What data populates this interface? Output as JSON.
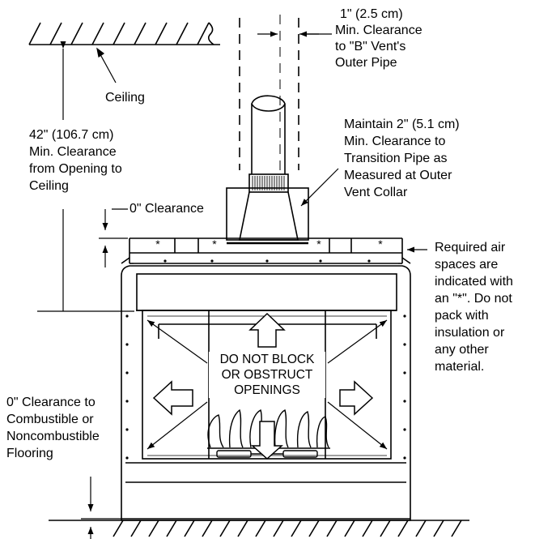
{
  "ceiling_label": "Ceiling",
  "vent_clearance": {
    "lines": [
      "1\" (2.5 cm)",
      "Min. Clearance",
      "to  \"B\" Vent's",
      "Outer Pipe"
    ]
  },
  "ceiling_clearance": {
    "lines": [
      "42\" (106.7 cm)",
      "Min. Clearance",
      "from Opening to",
      "Ceiling"
    ]
  },
  "transition_clearance": {
    "lines": [
      "Maintain 2\" (5.1 cm)",
      "Min. Clearance to",
      "Transition Pipe as",
      "Measured at Outer",
      "Vent Collar"
    ]
  },
  "top_clearance_label": "0\" Clearance",
  "air_spaces_note": {
    "lines": [
      "Required air",
      "spaces are",
      "indicated with",
      "an \"*\". Do not",
      "pack with",
      "insulation or",
      "any other",
      "material."
    ]
  },
  "openings_warning": {
    "lines": [
      "DO NOT BLOCK",
      "OR OBSTRUCT",
      "OPENINGS"
    ]
  },
  "floor_clearance": {
    "lines": [
      "0\" Clearance to",
      "Combustible or",
      "Noncombustible",
      "Flooring"
    ]
  },
  "air_space_marker": "*"
}
